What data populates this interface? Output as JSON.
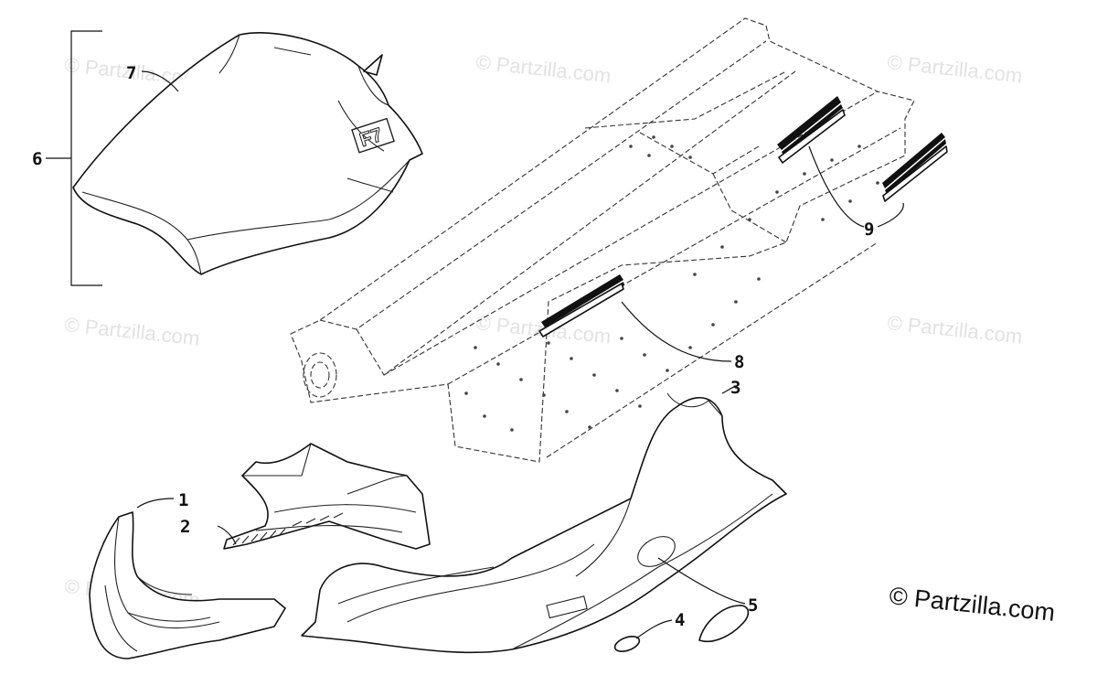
{
  "watermark": "© Partzilla.com",
  "copyright": "© Partzilla.com",
  "seat_logo": "F7",
  "callouts": [
    "1",
    "2",
    "3",
    "4",
    "5",
    "6",
    "7",
    "8",
    "9"
  ]
}
